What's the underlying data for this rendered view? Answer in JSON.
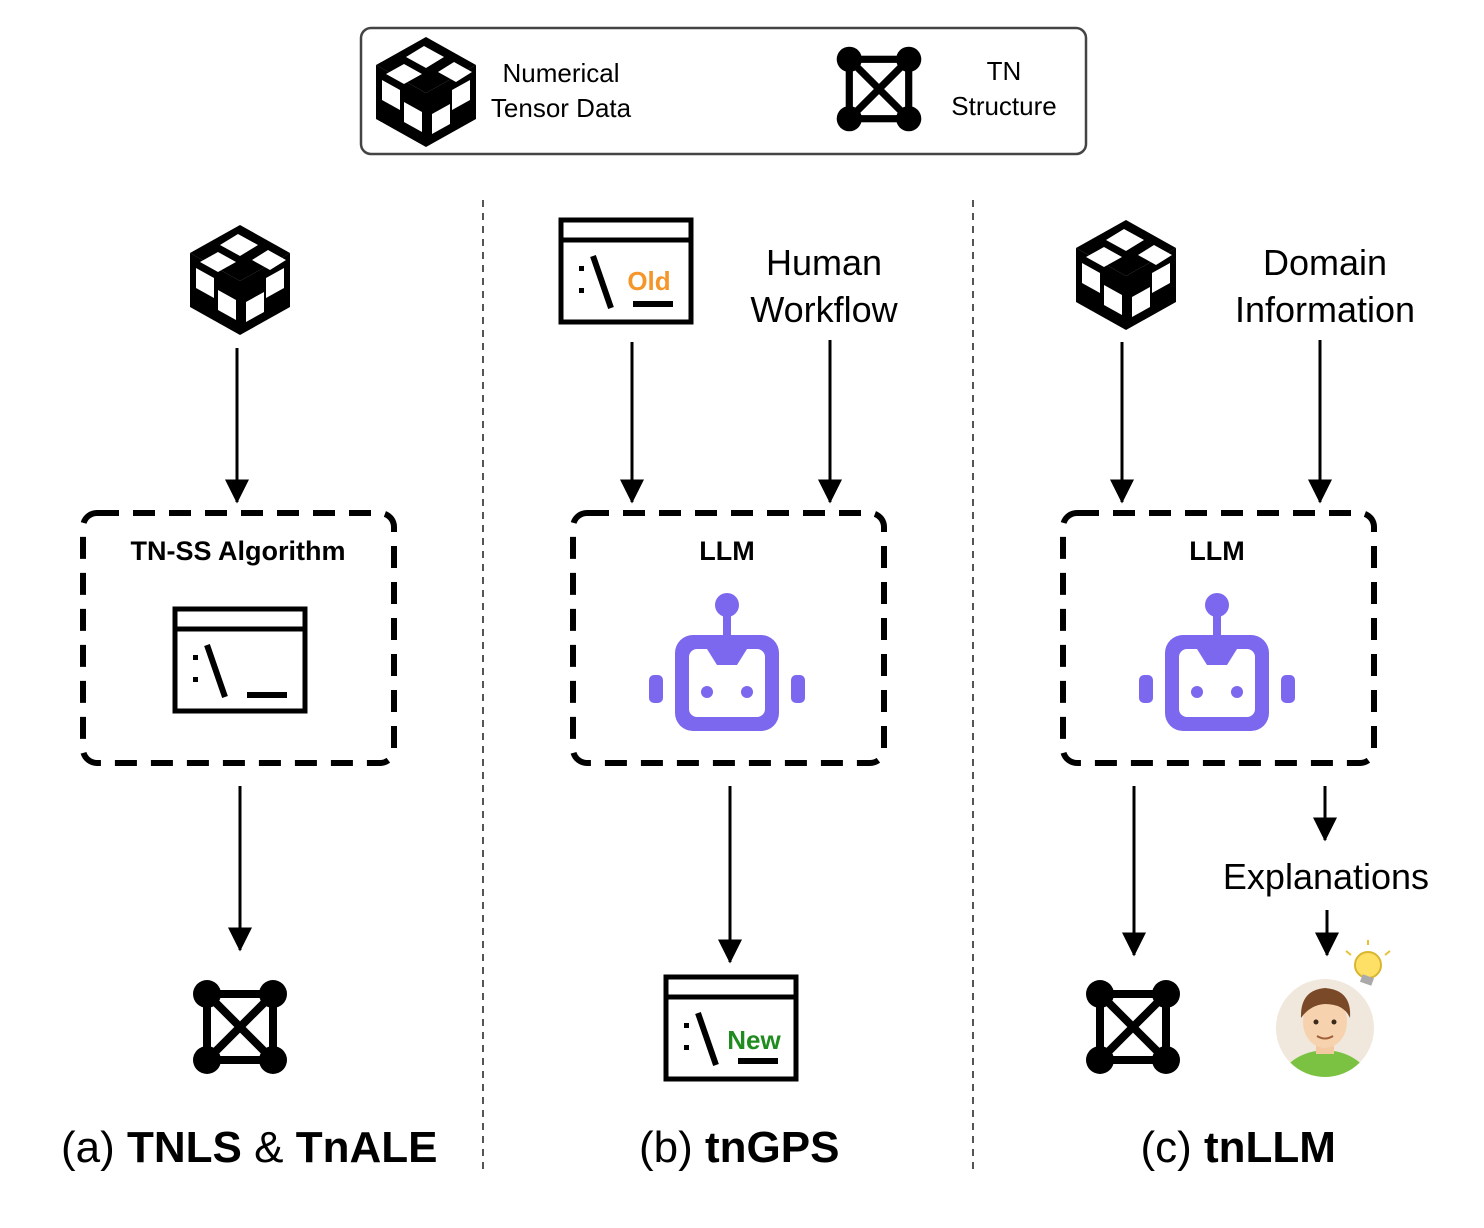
{
  "legend": {
    "tensor_label_1": "Numerical",
    "tensor_label_2": "Tensor Data",
    "structure_label_1": "TN",
    "structure_label_2": "Structure"
  },
  "panel_a": {
    "box_title": "TN-SS Algorithm",
    "caption_prefix": "(a) ",
    "caption_name_1": "TNLS",
    "caption_sep": " & ",
    "caption_name_2": "TnALE"
  },
  "panel_b": {
    "input_tag": "Old",
    "input_label_1": "Human",
    "input_label_2": "Workflow",
    "box_title": "LLM",
    "output_tag": "New",
    "caption_prefix": "(b) ",
    "caption_name": "tnGPS"
  },
  "panel_c": {
    "input_label_1": "Domain",
    "input_label_2": "Information",
    "box_title": "LLM",
    "explanations_label": "Explanations",
    "caption_prefix": "(c) ",
    "caption_name": "tnLLM"
  },
  "colors": {
    "robot": "#7B68EE",
    "old_tag": "#F5962A",
    "new_tag": "#1E8C1E",
    "divider": "#555555",
    "avatar_shirt": "#7CC242",
    "avatar_bg": "#F0E8DC",
    "bulb": "#FFE066"
  },
  "icons": {
    "tensor": "checkered-cube-icon",
    "structure": "tn-structure-icon",
    "terminal": "terminal-window-icon",
    "robot": "robot-icon",
    "avatar": "person-avatar-icon",
    "bulb": "lightbulb-icon"
  }
}
